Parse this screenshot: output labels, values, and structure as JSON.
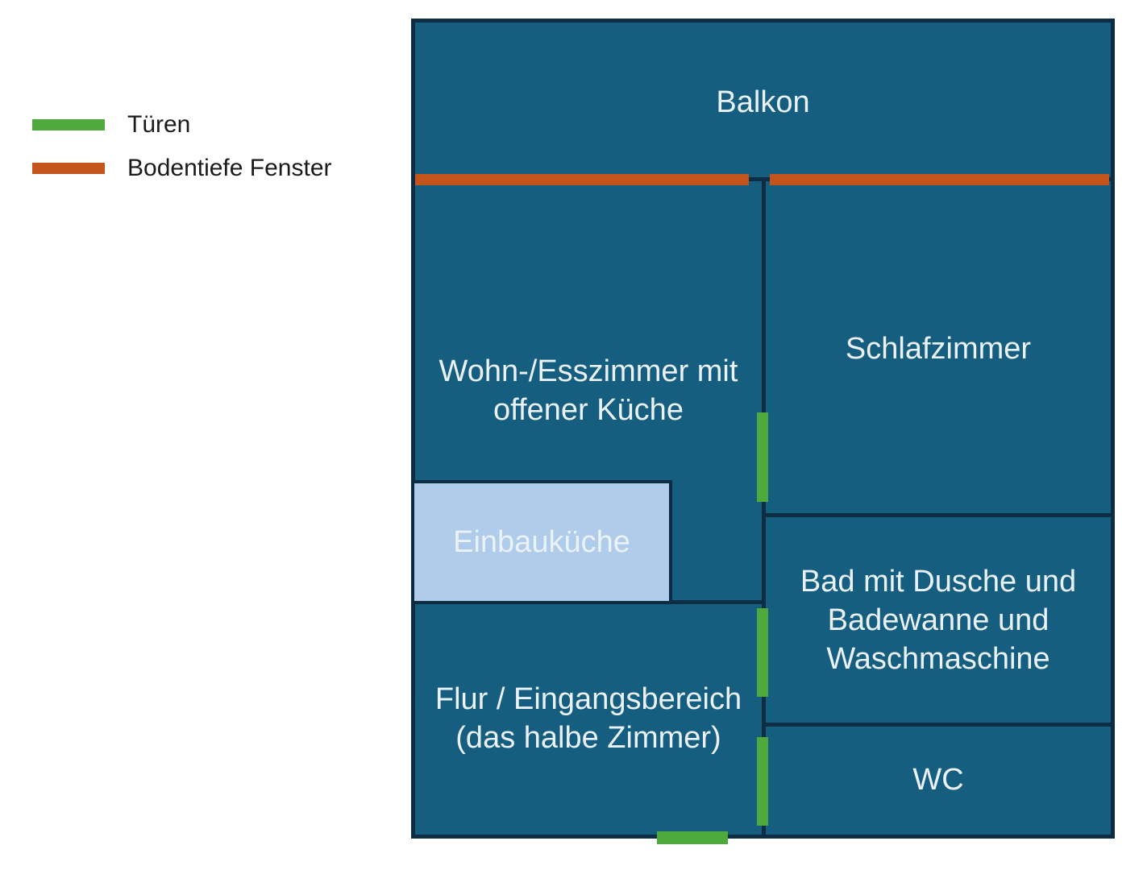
{
  "legend": {
    "items": [
      {
        "id": "doors",
        "label": "Türen",
        "color": "#4FAA3D"
      },
      {
        "id": "windows",
        "label": "Bodentiefe Fenster",
        "color": "#C2541C"
      }
    ]
  },
  "floorplan": {
    "rooms": {
      "balkon": {
        "label": "Balkon"
      },
      "wohnzimmer": {
        "label": "Wohn-/Esszimmer mit\noffener Küche"
      },
      "schlafzimmer": {
        "label": "Schlafzimmer"
      },
      "einbaukueche": {
        "label": "Einbauküche"
      },
      "bad": {
        "label": "Bad mit Dusche und\nBadewanne und\nWaschmaschine"
      },
      "wc": {
        "label": "WC"
      },
      "flur": {
        "label": "Flur / Eingangsbereich\n(das halbe Zimmer)"
      }
    },
    "doors": [
      "wohnzimmer-schlafzimmer",
      "flur-bad",
      "flur-wc",
      "eingang"
    ],
    "windows": [
      "balkon-links",
      "balkon-rechts"
    ]
  },
  "colors": {
    "background": "#FFFFFF",
    "room_fill": "#155E7F",
    "wall": "#0E2D42",
    "kitchen_fill": "#AFCCEA",
    "door": "#4FAA3D",
    "window": "#C2541C",
    "room_text": "#EAF2F8",
    "legend_text": "#1A1A1A"
  }
}
